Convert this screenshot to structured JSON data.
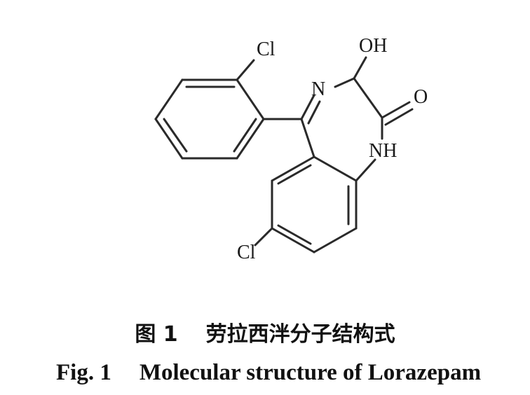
{
  "figure": {
    "atoms": {
      "cl_top": "Cl",
      "oh": "OH",
      "n_imine": "N",
      "o_carbonyl": "O",
      "nh": "NH",
      "cl_bottom": "Cl"
    },
    "caption_cn": {
      "number": "图 1",
      "title": "劳拉西泮分子结构式"
    },
    "caption_en": {
      "number": "Fig. 1",
      "title": "Molecular structure of Lorazepam"
    }
  }
}
